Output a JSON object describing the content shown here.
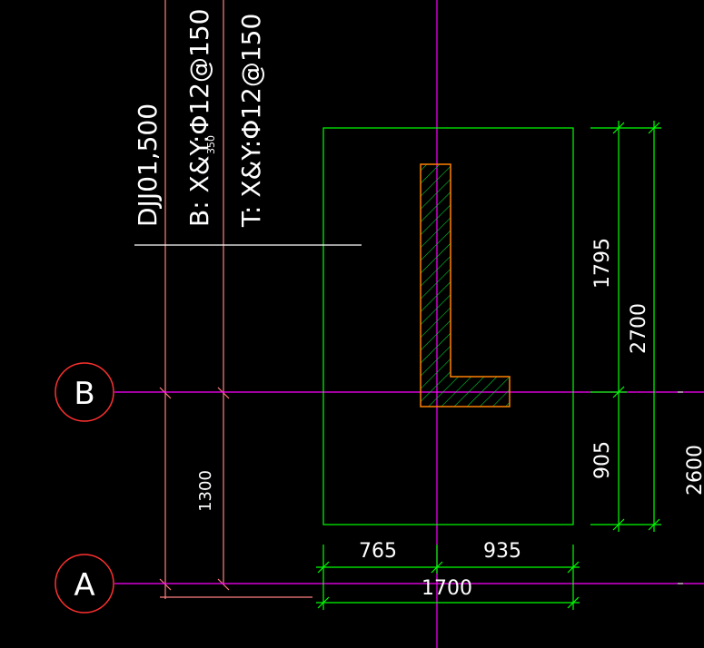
{
  "drawing": {
    "colors": {
      "background": "#000000",
      "footing_outline": "#00ff00",
      "column_outline": "#ff8000",
      "column_hatch": "#00ff00",
      "grid_line": "#ff00ff",
      "axis_bubble": "#ff3030",
      "ref_line": "#ff8080",
      "dimension": "#00ff00",
      "text": "#ffffff"
    },
    "axes": [
      {
        "label": "B"
      },
      {
        "label": "A"
      }
    ],
    "footing_label": {
      "id": "DJJ01,500",
      "bottom_rebar": "B: X&Y:Φ12@150",
      "bottom_rebar_sub": "350",
      "top_rebar": "T: X&Y:Φ12@150"
    },
    "dimensions": {
      "left_of_axis": "765",
      "right_of_axis": "935",
      "total_width": "1700",
      "above_axis": "1795",
      "below_axis": "905",
      "total_height": "2700",
      "axis_spacing_right": "2600",
      "axis_spacing_left": "1300"
    }
  }
}
